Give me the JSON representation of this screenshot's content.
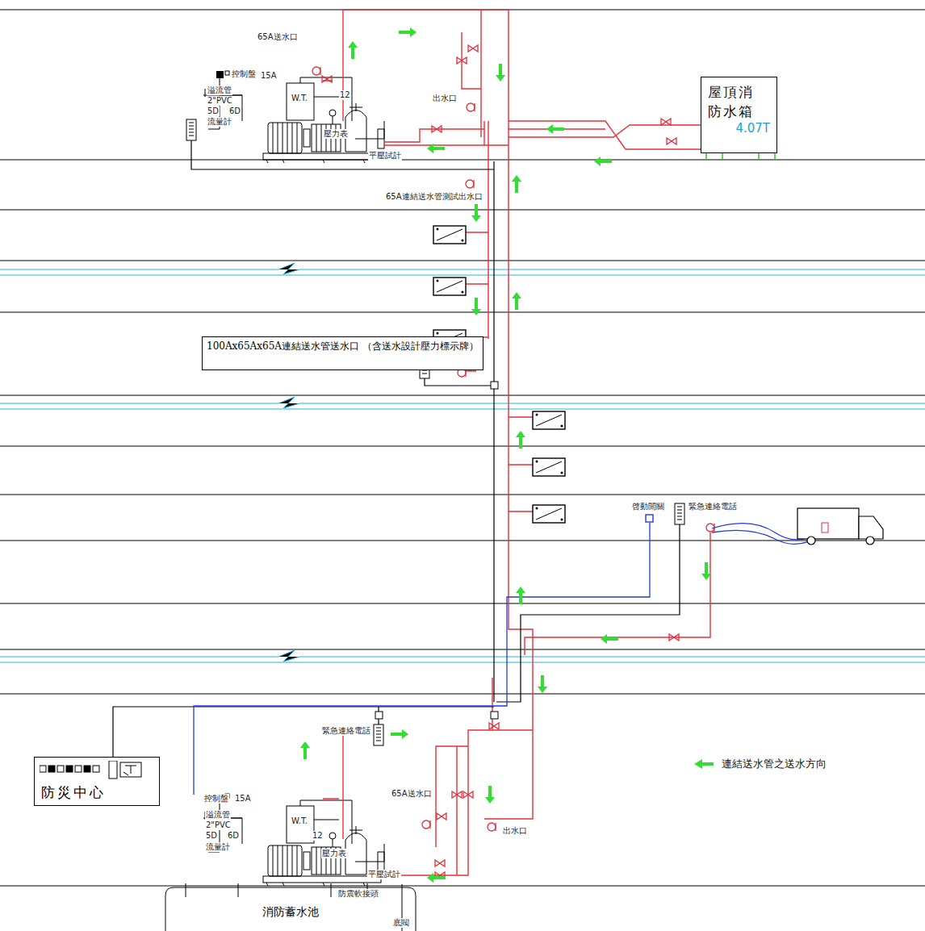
{
  "diagram": {
    "nodes": [
      {
        "text": [
          "屋頂消 防水箱",
          "4.07T"
        ]
      },
      {
        "text": [
          "100Ax65Ax65A連結送水管送水口 （含送水設計壓力標示牌）"
        ]
      },
      {
        "text": [
          "防災中心"
        ]
      },
      {
        "text": [
          "消防蓄水池"
        ]
      }
    ],
    "labels": [
      "65A送水口",
      "控制盤",
      "15A",
      "溢流管",
      "2\"PVC",
      "5D",
      "6D",
      "流量計",
      "W.T.",
      "壓力表",
      "12",
      "平壓試計",
      "出水口",
      "65A連結送水管測試出水口",
      "啓動開關",
      "緊急連絡電話",
      "緊急連絡電話",
      "65A送水口",
      "出水口",
      "控制盤",
      "15A",
      "溢流管",
      "2\"PVC",
      "5D",
      "6D",
      "流量計",
      "W.T.",
      "壓力表",
      "12",
      "平壓試計",
      "防震軟接頭",
      "底閥"
    ],
    "legend": [
      {
        "text": "連結送水管之送水方向"
      }
    ]
  }
}
